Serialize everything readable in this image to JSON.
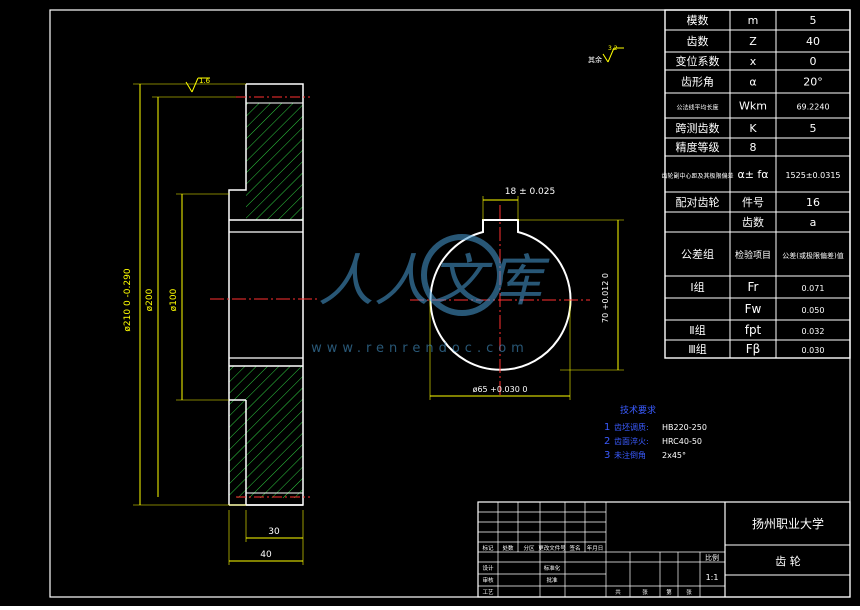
{
  "roughness_symbol": {
    "rest_label": "其余",
    "value": "3.2"
  },
  "roughness_top": "1.6",
  "dims": {
    "key_width": "18 ± 0.025",
    "key_depth": "70 +0.012 0",
    "bore": "ø65 +0.030 0",
    "od": "ø210 0 -0.290",
    "pitch": "ø200",
    "hub": "ø100",
    "face_width": "30",
    "hub_width": "40"
  },
  "param_table": {
    "rows": [
      {
        "label": "模数",
        "symbol": "m",
        "value": "5"
      },
      {
        "label": "齿数",
        "symbol": "Z",
        "value": "40"
      },
      {
        "label": "变位系数",
        "symbol": "x",
        "value": "0"
      },
      {
        "label": "齿形角",
        "symbol": "α",
        "value": "20°"
      },
      {
        "label": "公法线平均长度",
        "symbol": "Wkm",
        "value": "69.2240"
      },
      {
        "label": "跨测齿数",
        "symbol": "K",
        "value": "5"
      },
      {
        "label": "精度等级",
        "symbol": "8",
        "value": ""
      },
      {
        "label": "齿轮副中心距及其极限偏差",
        "symbol": "α± fα",
        "value": "1525±0.0315"
      },
      {
        "label": "配对齿轮",
        "symbol": "件号",
        "value": "16"
      },
      {
        "label": "",
        "symbol": "齿数",
        "value": "a"
      }
    ],
    "tolerance_header": {
      "group": "公差组",
      "item": "检验项目",
      "value": "公差(或极限偏差)值"
    },
    "tolerance_rows": [
      {
        "group": "Ⅰ组",
        "item": "Fr",
        "value": "0.071"
      },
      {
        "group": "",
        "item": "Fw",
        "value": "0.050"
      },
      {
        "group": "Ⅱ组",
        "item": "fpt",
        "value": "0.032"
      },
      {
        "group": "Ⅲ组",
        "item": "Fβ",
        "value": "0.030"
      }
    ]
  },
  "tech_req": {
    "title": "技术要求",
    "items": [
      {
        "num": "1",
        "label": "齿坯调质:",
        "value": "HB220-250"
      },
      {
        "num": "2",
        "label": "齿面淬火:",
        "value": "HRC40-50"
      },
      {
        "num": "3",
        "label": "未注倒角",
        "value": "2x45°"
      }
    ]
  },
  "title_block": {
    "school": "扬州职业大学",
    "part_name": "齿    轮",
    "scale_label": "比例",
    "scale": "1:1",
    "small_labels": [
      "标记",
      "处数",
      "分区",
      "更改文件号",
      "签名",
      "年月日",
      "设计",
      "标准化",
      "审核",
      "工艺",
      "批准",
      "共",
      "张",
      "第",
      "张"
    ]
  },
  "watermark": {
    "text": "人人文库",
    "url": "www.renrendoc.com"
  }
}
